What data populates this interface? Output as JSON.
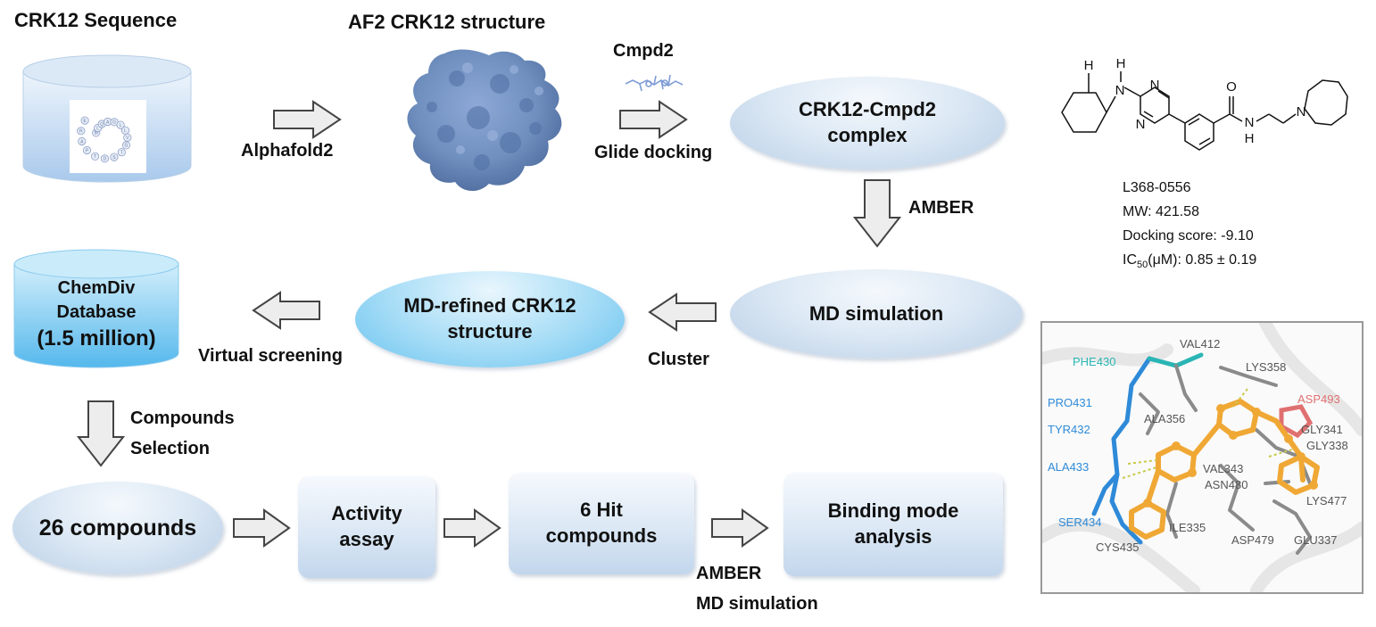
{
  "titles": {
    "sequence": "CRK12 Sequence",
    "structure": "AF2 CRK12 structure"
  },
  "labels": {
    "alphafold2": "Alphafold2",
    "cmpd2": "Cmpd2",
    "glide_docking": "Glide docking",
    "amber": "AMBER",
    "cluster": "Cluster",
    "virtual_screening": "Virtual screening",
    "compounds_selection_1": "Compounds",
    "compounds_selection_2": "Selection",
    "amber_md_1": "AMBER",
    "amber_md_2": "MD simulation"
  },
  "nodes": {
    "complex_1": "CRK12-Cmpd2",
    "complex_2": "complex",
    "md_simulation": "MD simulation",
    "md_refined_1": "MD-refined CRK12",
    "md_refined_2": "structure",
    "chemdiv_1": "ChemDiv",
    "chemdiv_2": "Database",
    "chemdiv_3": "(1.5 million)",
    "compounds_26": "26 compounds",
    "activity_1": "Activity",
    "activity_2": "assay",
    "hit_1": "6 Hit",
    "hit_2": "compounds",
    "binding_1": "Binding mode",
    "binding_2": "analysis"
  },
  "compound_info": {
    "id": "L368-0556",
    "mw": "MW: 421.58",
    "docking_score": "Docking score: -9.10",
    "ic50_prefix": "IC",
    "ic50_sub": "50",
    "ic50_suffix": "(μM): 0.85 ± 0.19"
  },
  "molecule_atoms": {
    "h1": "H",
    "nh": "H",
    "n_amine": "N",
    "n_ring1": "N",
    "n_ring2": "N",
    "o": "O",
    "n_amide": "N",
    "h_amide": "H",
    "n_azepane": "N"
  },
  "sequence_letters": [
    "M",
    "L",
    "Q",
    "A",
    "G",
    "L",
    "L",
    "V",
    "G",
    "T",
    "S",
    "D",
    "T",
    "P",
    "A",
    "R",
    "E"
  ],
  "residues": {
    "phe430": "PHE430",
    "val412": "VAL412",
    "lys358": "LYS358",
    "pro431": "PRO431",
    "asp493": "ASP493",
    "ala356": "ALA356",
    "tyr432": "TYR432",
    "gly341": "GLY341",
    "gly338": "GLY338",
    "ala433": "ALA433",
    "val343": "VAL343",
    "asn480": "ASN480",
    "lys477": "LYS477",
    "ser434": "SER434",
    "ile335": "ILE335",
    "asp479": "ASP479",
    "glu337": "GLU337",
    "cys435": "CYS435"
  },
  "colors": {
    "node_light": "#d9e6f4",
    "node_blue": "#69c3ef",
    "cylinder_top": "#cfe3f7",
    "protein": "#6f8fbf",
    "ligand": "#f0a835",
    "residue_blue": "#2e8ad8",
    "residue_cyan": "#2ab5b5",
    "residue_red": "#e07070",
    "residue_gray": "#555555"
  }
}
